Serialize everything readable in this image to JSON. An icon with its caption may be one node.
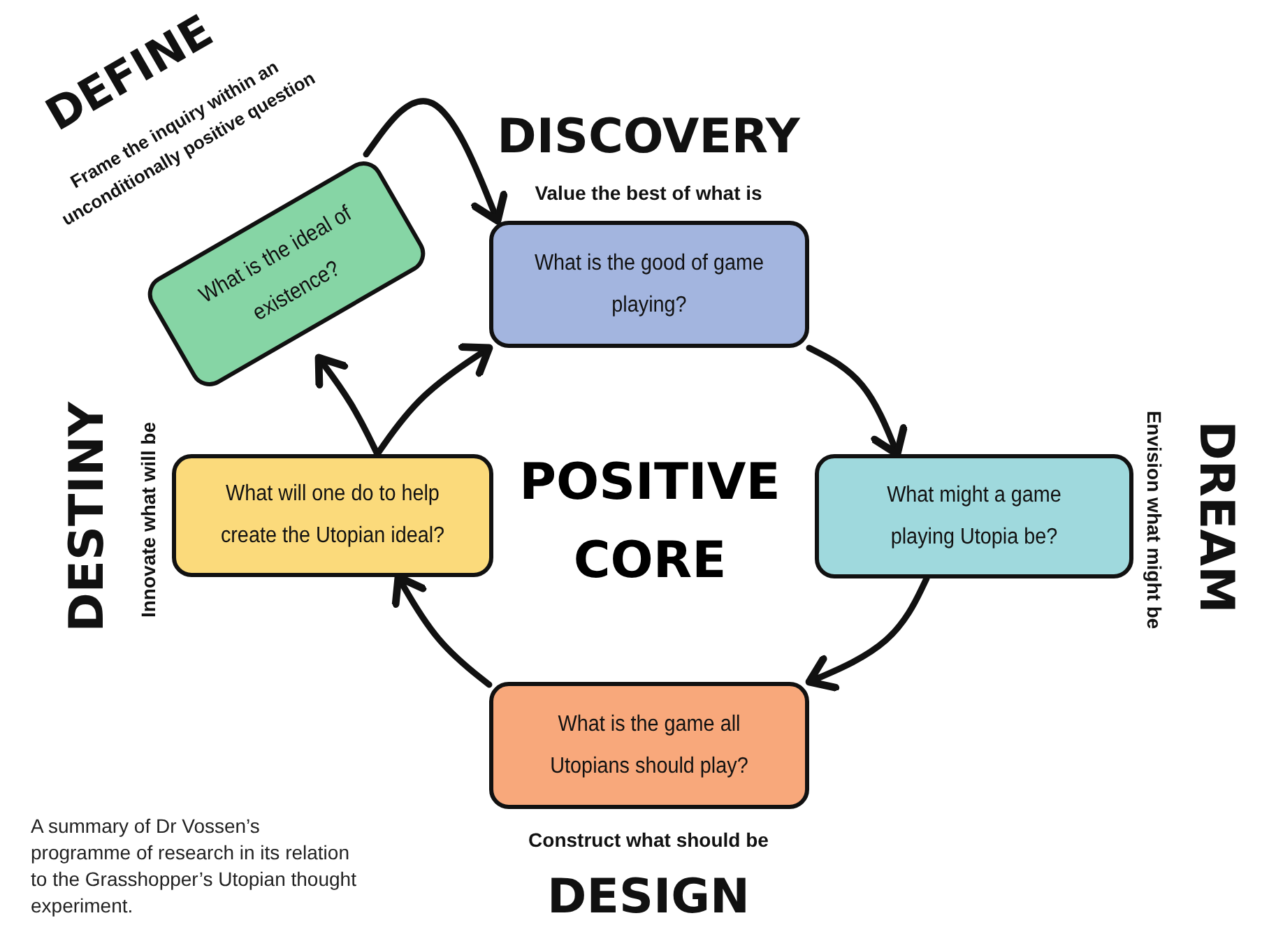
{
  "diagram": {
    "caption": "A summary of Dr Vossen’s programme of research in its relation to the Grasshopper’s Utopian thought experiment.",
    "nodes": [
      {
        "text": [
          "What is the ideal of existence?"
        ],
        "beside": [
          "DEFINE",
          "Frame the inquiry within an unconditionally positive question"
        ]
      },
      {
        "text": [
          "What is the good of game playing?"
        ],
        "beside": [
          "DISCOVERY",
          "Value the best of what is"
        ]
      },
      {
        "text": [
          "What might a game playing Utopia be?"
        ],
        "beside": [
          "DREAM",
          "Envision what might be"
        ]
      },
      {
        "text": [
          "What is the game all Utopians should play?"
        ],
        "beside": [
          "DESIGN",
          "Construct what should be"
        ]
      },
      {
        "text": [
          "What will one do to help create the Utopian ideal?"
        ],
        "beside": [
          "DESTINY",
          "Innovate what will be"
        ]
      }
    ],
    "edges": [
      {
        "from": 0,
        "to": 1,
        "arrow": "to"
      },
      {
        "from": 1,
        "to": 2,
        "arrow": "to"
      },
      {
        "from": 2,
        "to": 3,
        "arrow": "to"
      },
      {
        "from": 3,
        "to": 4,
        "arrow": "to"
      },
      {
        "from": 4,
        "to": 0,
        "arrow": "to"
      },
      {
        "from": 4,
        "to": 1,
        "arrow": "to"
      }
    ],
    "labels": [
      "POSITIVE CORE"
    ]
  }
}
